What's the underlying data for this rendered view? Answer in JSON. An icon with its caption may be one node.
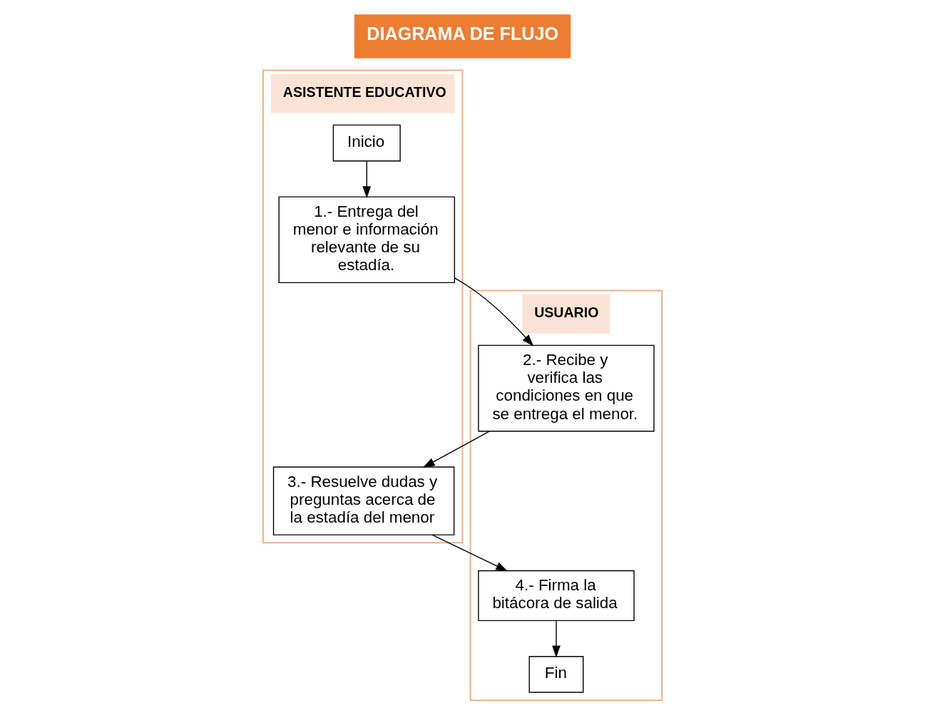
{
  "diagram": {
    "title": "DIAGRAMA DE FLUJO",
    "nodes": [
      {
        "text": [
          "USUARIO"
        ]
      },
      {
        "text": [
          "ASISTENTE EDUCATIVO"
        ]
      },
      {
        "text": [
          "Inicio"
        ],
        "in": 1
      },
      {
        "text": [
          "1.- Entrega del menor e información relevante de su estadía."
        ],
        "in": 1
      },
      {
        "text": [
          "2.- Recibe y verifica las condiciones en que se entrega el menor."
        ],
        "in": 0
      },
      {
        "text": [
          "3.- Resuelve dudas y preguntas acerca de la estadía del menor"
        ],
        "in": 1
      },
      {
        "text": [
          "4.- Firma la bitácora de salida"
        ],
        "in": 0
      },
      {
        "text": [
          "Fin"
        ],
        "in": 0
      }
    ],
    "edges": [
      {
        "from": 2,
        "to": 3,
        "arrow": "to"
      },
      {
        "from": 3,
        "to": 4,
        "arrow": "to"
      },
      {
        "from": 4,
        "to": 5,
        "arrow": "to"
      },
      {
        "from": 5,
        "to": 6,
        "arrow": "to"
      },
      {
        "from": 6,
        "to": 7,
        "arrow": "to"
      }
    ]
  }
}
